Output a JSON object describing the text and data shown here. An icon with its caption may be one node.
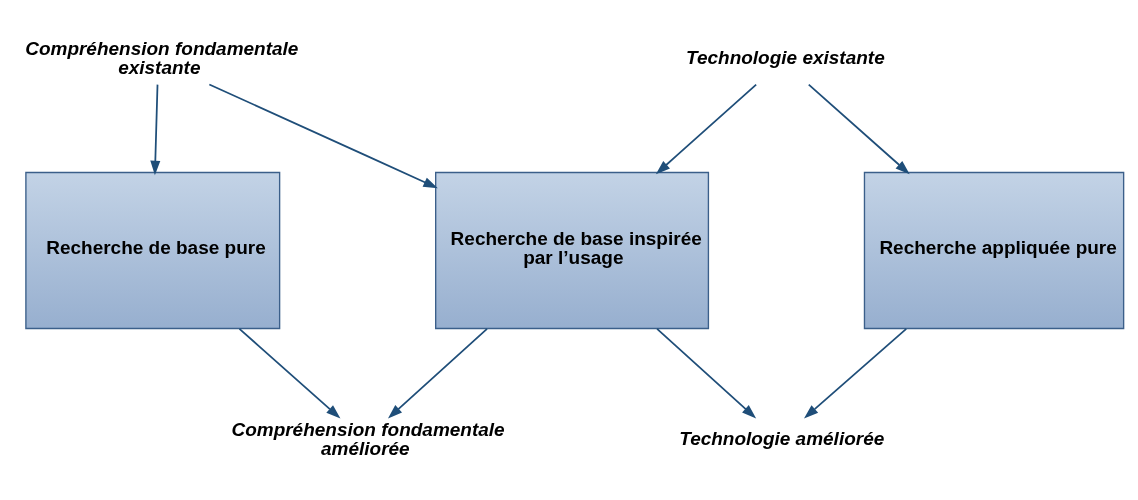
{
  "diagram": {
    "nodes": [
      {
        "text": [
          "Compréhension fondamentale améliorée"
        ]
      },
      {
        "text": [
          "Technologie améliorée"
        ]
      },
      {
        "text": [
          "Recherche de base pure"
        ]
      },
      {
        "text": [
          "Recherche de base inspirée par l’usage"
        ]
      },
      {
        "text": [
          "Recherche appliquée pure"
        ]
      },
      {
        "text": [
          "Compréhension fondamentale existante"
        ]
      },
      {
        "text": [
          "Technologie existante"
        ]
      }
    ],
    "edges": [
      {
        "from": 2,
        "to": 0,
        "arrow": "to"
      },
      {
        "from": 3,
        "to": 0,
        "arrow": "to"
      },
      {
        "from": 3,
        "to": 1,
        "arrow": "to"
      },
      {
        "from": 4,
        "to": 1,
        "arrow": "to"
      },
      {
        "from": 5,
        "to": 2,
        "arrow": "to"
      },
      {
        "from": 5,
        "to": 3,
        "arrow": "to"
      },
      {
        "from": 6,
        "to": 3,
        "arrow": "to"
      },
      {
        "from": 6,
        "to": 4,
        "arrow": "to"
      }
    ]
  }
}
